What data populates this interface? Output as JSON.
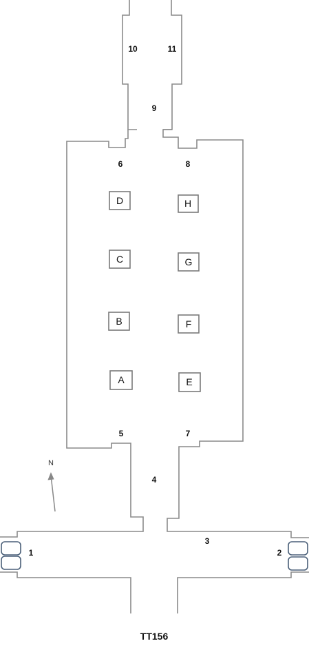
{
  "title": "TT156",
  "north_label": "N",
  "area_numbers": [
    "1",
    "2",
    "3",
    "4",
    "5",
    "6",
    "7",
    "8",
    "9",
    "10",
    "11"
  ],
  "pillars": [
    "A",
    "B",
    "C",
    "D",
    "E",
    "F",
    "G",
    "H"
  ],
  "colors": {
    "wall": "#8a8a8a",
    "niche_outline": "#4a5f78",
    "text": "#111111"
  }
}
